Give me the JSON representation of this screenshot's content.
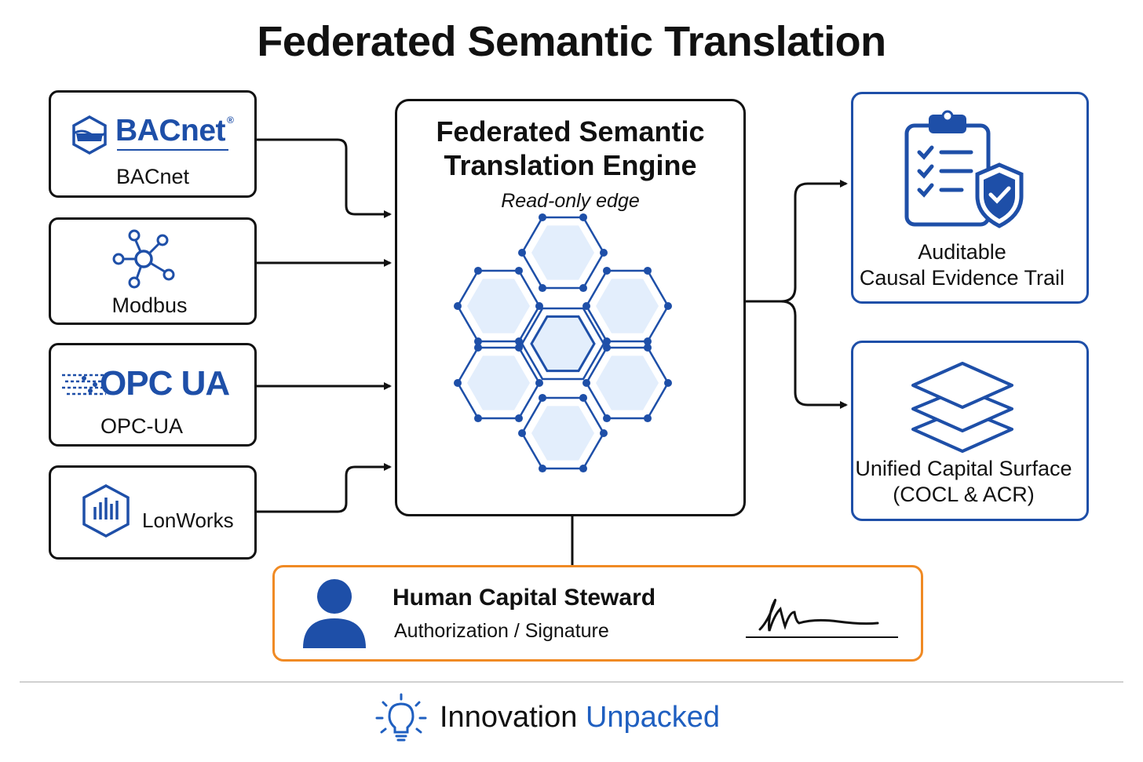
{
  "title": "Federated Semantic Translation",
  "sources": [
    {
      "logo_text": "BACnet",
      "logo_mark": "®",
      "label": "BACnet"
    },
    {
      "label": "Modbus"
    },
    {
      "logo_text": "OPC UA",
      "label": "OPC-UA"
    },
    {
      "label": "LonWorks"
    }
  ],
  "engine": {
    "title_line1": "Federated Semantic",
    "title_line2": "Translation Engine",
    "subtitle": "Read-only edge"
  },
  "outputs": [
    {
      "line1": "Auditable",
      "line2": "Causal Evidence Trail"
    },
    {
      "line1": "Unified Capital Surface",
      "line2": "(COCL & ACR)"
    }
  ],
  "steward": {
    "title": "Human Capital Steward",
    "subtitle": "Authorization / Signature"
  },
  "footer": {
    "brand_part1": "Innovation",
    "brand_part2": "Unpacked"
  },
  "colors": {
    "accent_blue": "#1e4fa8",
    "hex_fill": "#e3eefc",
    "steward_border": "#f08a24",
    "arrow_red": "#e02020"
  },
  "icons": [
    "bacnet-logo-icon",
    "modbus-network-icon",
    "opcua-logo-icon",
    "lonworks-logo-icon",
    "clipboard-shield-icon",
    "layers-icon",
    "person-icon",
    "lightbulb-icon"
  ]
}
